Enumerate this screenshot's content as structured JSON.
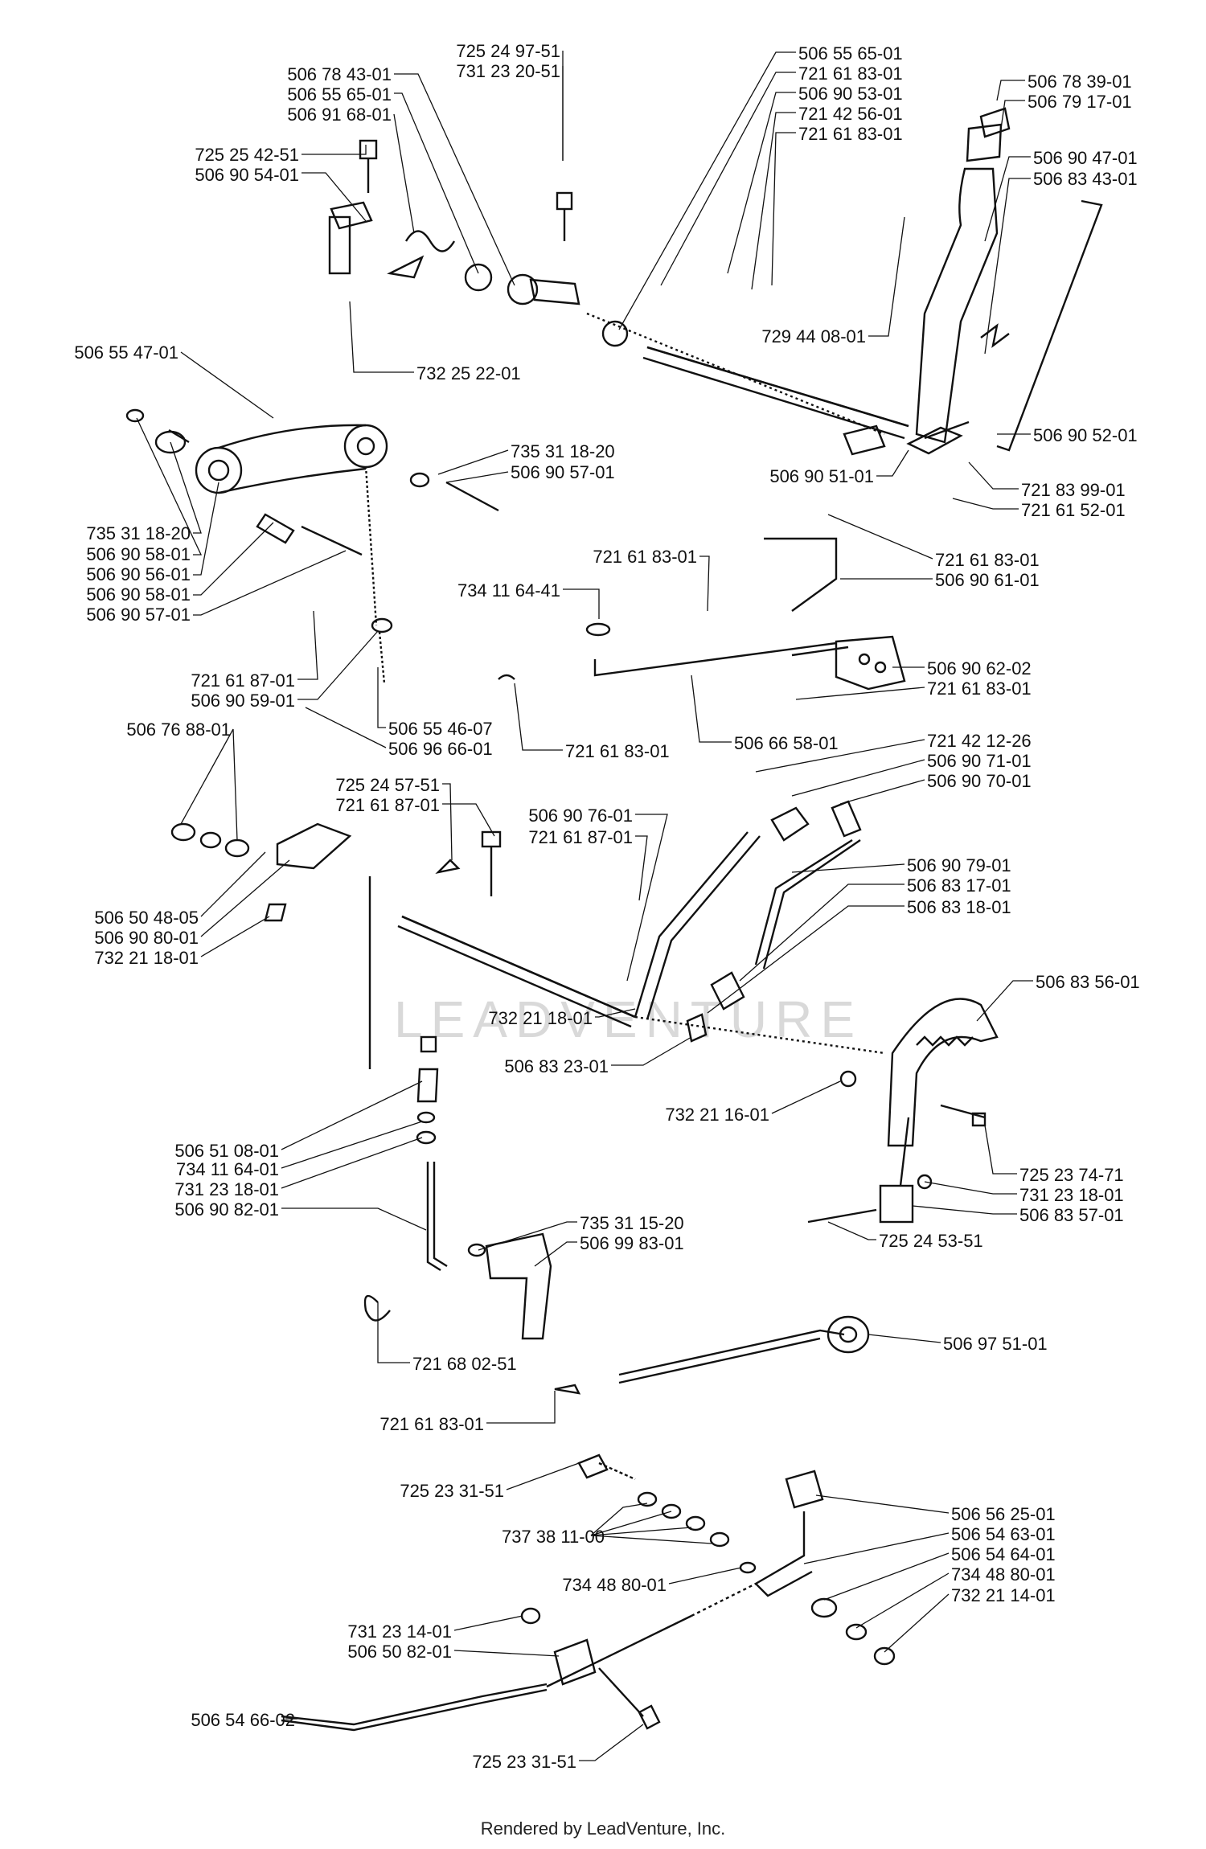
{
  "credit": "Rendered by LeadVenture, Inc.",
  "watermark": "LEADVENTURE",
  "callouts": [
    "725 24 97-51",
    "731 23 20-51",
    "506 78 43-01",
    "506 55 65-01",
    "506 91 68-01",
    "725 25 42-51",
    "506 90 54-01",
    "506 55 65-01",
    "721 61 83-01",
    "506 90 53-01",
    "721 42 56-01",
    "721 61 83-01",
    "506 78 39-01",
    "506 79 17-01",
    "506 90 47-01",
    "506 83 43-01",
    "729 44 08-01",
    "732 25 22-01",
    "506 55 47-01",
    "506 90 52-01",
    "735 31 18-20",
    "506 90 57-01",
    "506 90 51-01",
    "721 83 99-01",
    "721 61 52-01",
    "735 31 18-20",
    "506 90 58-01",
    "506 90 56-01",
    "506 90 58-01",
    "506 90 57-01",
    "721 61 83-01",
    "721 61 83-01",
    "506 90 61-01",
    "734 11 64-41",
    "506 90 62-02",
    "721 61 83-01",
    "721 61 87-01",
    "506 90 59-01",
    "506 55 46-07",
    "506 96 66-01",
    "721 61 83-01",
    "506 66 58-01",
    "506 76 88-01",
    "721 42 12-26",
    "506 90 71-01",
    "506 90 70-01",
    "725 24 57-51",
    "721 61 87-01",
    "506 90 76-01",
    "721 61 87-01",
    "506 90 79-01",
    "506 83 17-01",
    "506 83 18-01",
    "506 50 48-05",
    "506 90 80-01",
    "732 21 18-01",
    "506 83 56-01",
    "732 21 18-01",
    "506 83 23-01",
    "732 21 16-01",
    "506 51 08-01",
    "734 11 64-01",
    "731 23 18-01",
    "725 23 74-71",
    "731 23 18-01",
    "506 83 57-01",
    "506 90 82-01",
    "735 31 15-20",
    "506 99 83-01",
    "725 24 53-51",
    "721 68 02-51",
    "506 97 51-01",
    "721 61 83-01",
    "725 23 31-51",
    "506 56 25-01",
    "737 38 11-00",
    "506 54 63-01",
    "506 54 64-01",
    "734 48 80-01",
    "734 48 80-01",
    "732 21 14-01",
    "731 23 14-01",
    "506 50 82-01",
    "506 54 66-02",
    "725 23 31-51"
  ]
}
